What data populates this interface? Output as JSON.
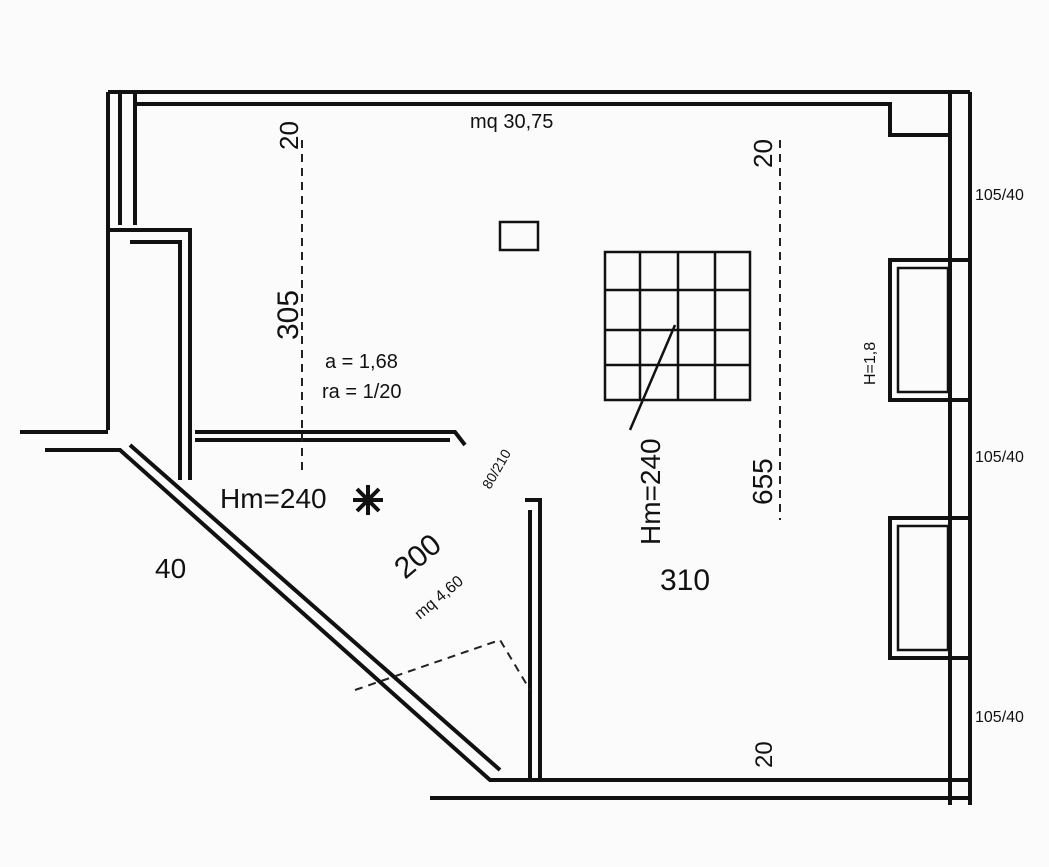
{
  "plan": {
    "area_main": "mq 30,75",
    "area_small": "mq 4,60",
    "wall_top_left": "20",
    "wall_top_right": "20",
    "wall_bottom": "20",
    "dim_vertical": "305",
    "ratio_a": "a = 1,68",
    "ratio_ra": "ra = 1/20",
    "height_small_room": "Hm=240",
    "height_main_room": "Hm=240",
    "dim_diag": "200",
    "door": "80/210",
    "dim_left": "40",
    "dim_655": "655",
    "dim_310": "310",
    "window_1": "105/40",
    "window_2": "105/40",
    "window_3": "105/40",
    "cabinet_height": "H=1,8"
  }
}
